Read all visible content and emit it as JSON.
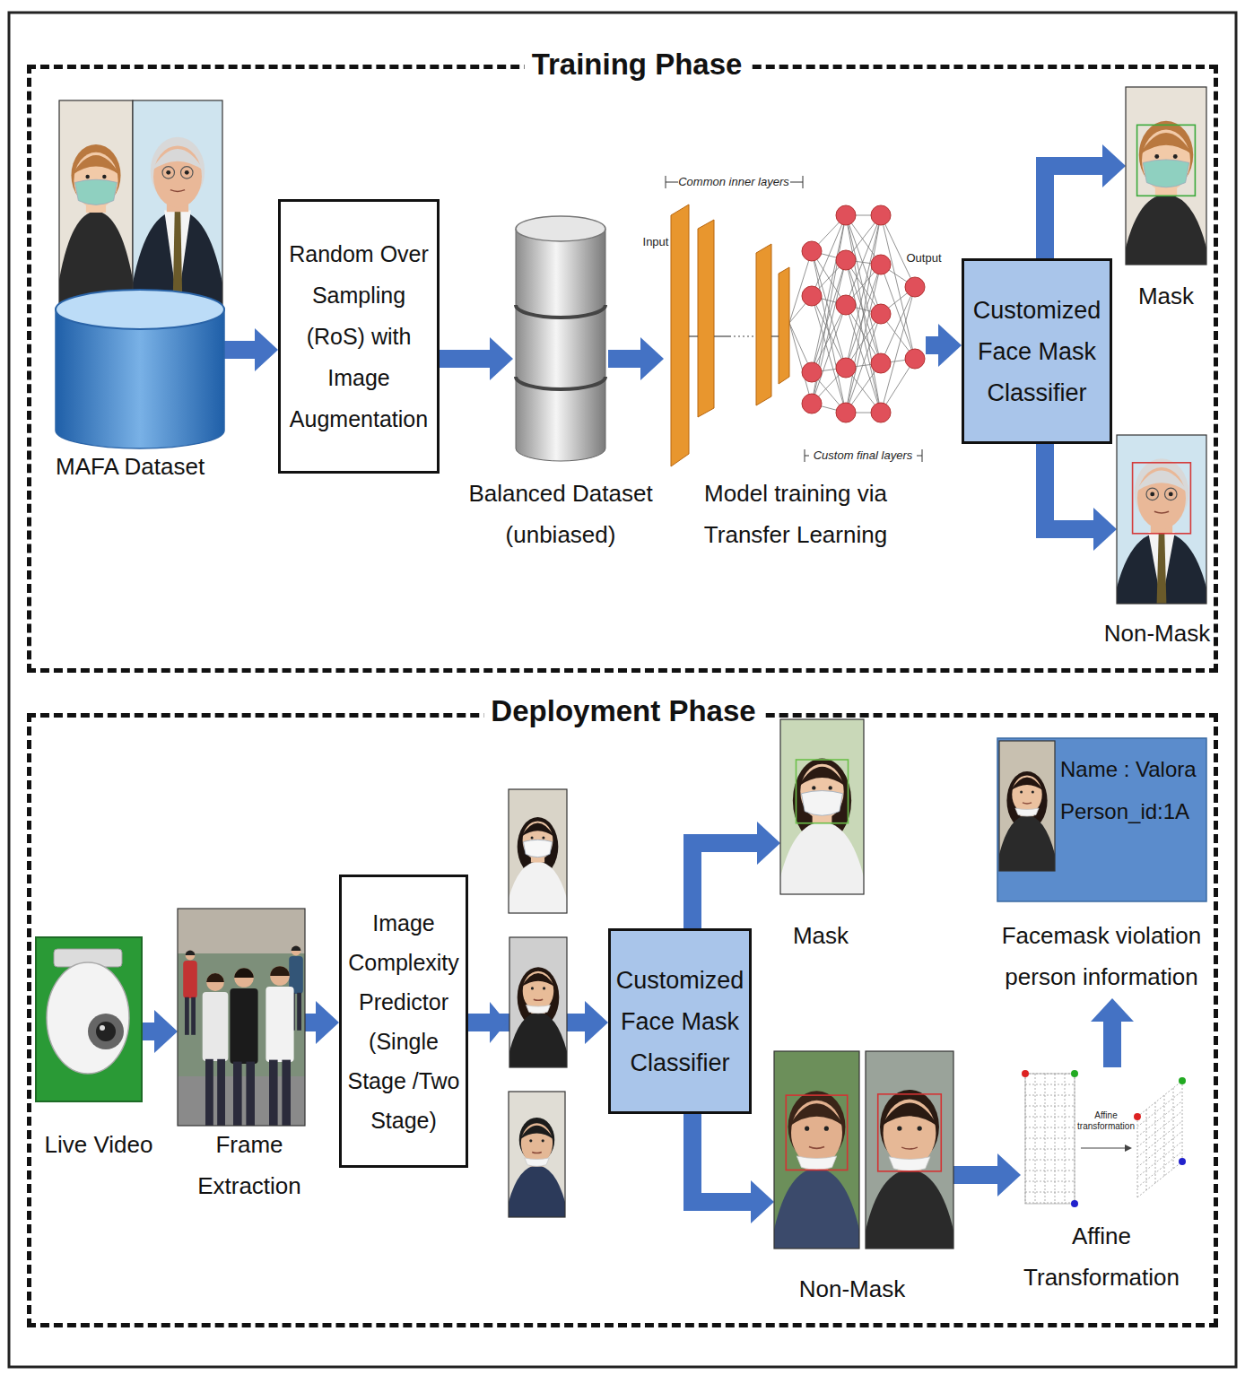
{
  "diagram": {
    "nodes": [
      {
        "text": [
          "Training Phase"
        ]
      },
      {
        "text": [
          "MAFA Dataset"
        ],
        "in": 0
      },
      {
        "text": [
          "Random Over Sampling (RoS) with Image Augmentation"
        ],
        "in": 0
      },
      {
        "text": [
          "Balanced Dataset (unbiased)"
        ],
        "in": 0
      },
      {
        "text": [
          "Model training via Transfer Learning"
        ],
        "in": 0
      },
      {
        "text": [
          "Customized Face Mask Classifier"
        ],
        "in": 0
      },
      {
        "text": [
          "Mask"
        ],
        "in": 0
      },
      {
        "text": [
          "Non-Mask"
        ],
        "in": 0
      },
      {
        "text": [
          "Deployment Phase"
        ]
      },
      {
        "text": [
          "Live Video"
        ],
        "in": 8
      },
      {
        "text": [
          "Frame Extraction"
        ],
        "in": 8
      },
      {
        "text": [
          "Image Complexity Predictor (Single Stage /Two Stage)"
        ],
        "in": 8
      },
      {
        "text": [
          "Customized Face Mask Classifier"
        ],
        "in": 8
      },
      {
        "text": [
          "Mask"
        ],
        "in": 8
      },
      {
        "text": [
          "Non-Mask"
        ],
        "in": 8
      },
      {
        "text": [
          "Affine Transformation"
        ],
        "in": 8
      },
      {
        "text": [
          "Name : Valora",
          "Person_id:1A",
          "Facemask violation person information"
        ],
        "in": 8
      }
    ],
    "edges": [
      {
        "from": 1,
        "to": 2,
        "arrow": "to"
      },
      {
        "from": 2,
        "to": 3,
        "arrow": "to"
      },
      {
        "from": 3,
        "to": 4,
        "arrow": "to"
      },
      {
        "from": 4,
        "to": 5,
        "arrow": "to"
      },
      {
        "from": 5,
        "to": 6,
        "arrow": "to"
      },
      {
        "from": 5,
        "to": 7,
        "arrow": "to"
      },
      {
        "from": 9,
        "to": 10,
        "arrow": "to"
      },
      {
        "from": 10,
        "to": 11,
        "arrow": "to"
      },
      {
        "from": 11,
        "to": 12,
        "arrow": "to"
      },
      {
        "from": 12,
        "to": 13,
        "arrow": "to"
      },
      {
        "from": 12,
        "to": 14,
        "arrow": "to"
      },
      {
        "from": 14,
        "to": 15,
        "arrow": "to"
      },
      {
        "from": 15,
        "to": 16,
        "arrow": "to"
      }
    ],
    "labels": [
      "Common inner layers",
      "Input",
      "Output",
      "Custom final layers",
      "Affine transformation"
    ]
  }
}
